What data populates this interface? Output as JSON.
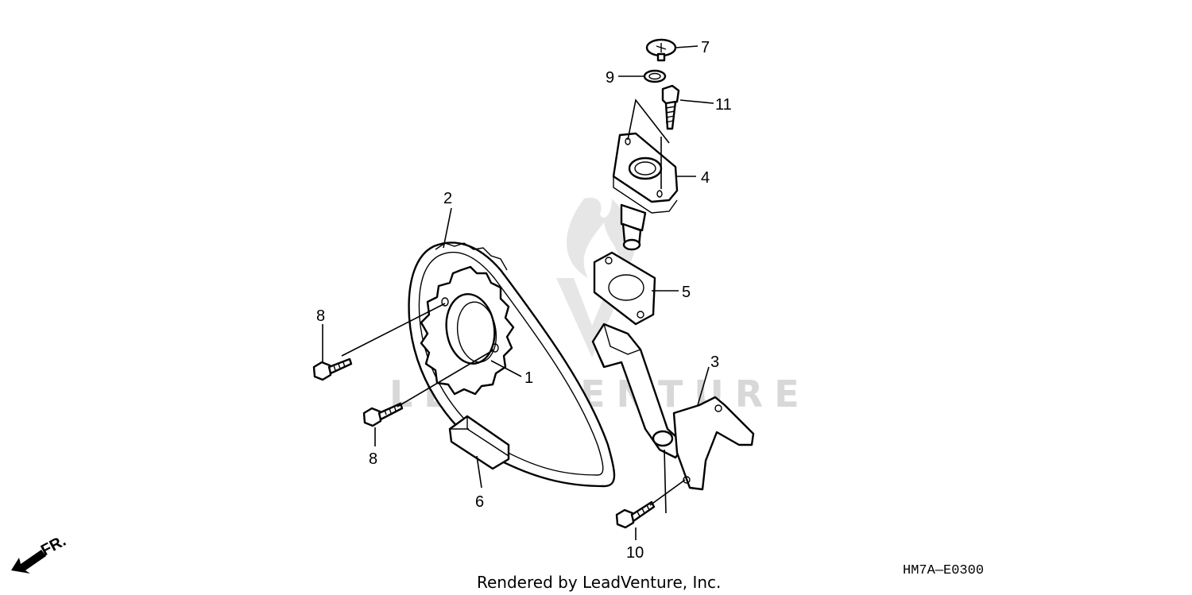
{
  "diagram": {
    "callouts": {
      "p1": "1",
      "p2": "2",
      "p3": "3",
      "p4": "4",
      "p5": "5",
      "p6": "6",
      "p7": "7",
      "p8a": "8",
      "p8b": "8",
      "p9": "9",
      "p10": "10",
      "p11": "11"
    },
    "front_label": "FR.",
    "code": "HM7A—E0300",
    "credit": "Rendered by LeadVenture, Inc.",
    "watermark": "LEADVENTURE"
  }
}
